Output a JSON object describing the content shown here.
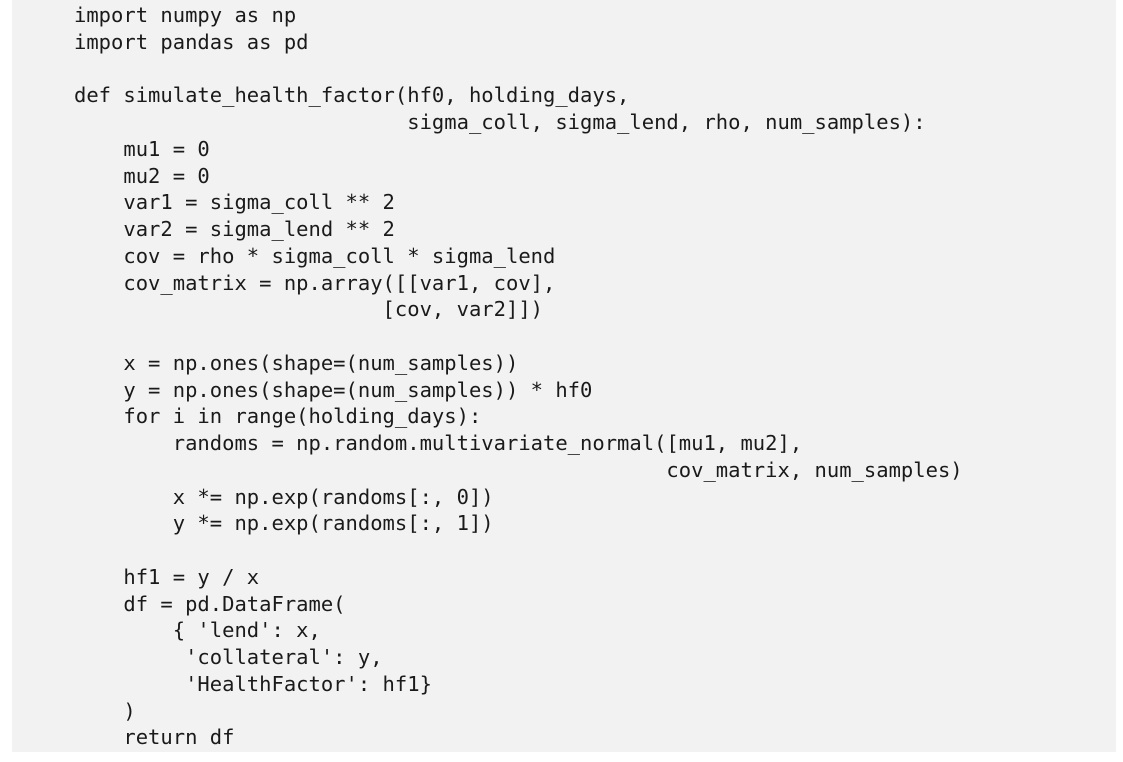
{
  "code": {
    "lines": [
      "import numpy as np",
      "import pandas as pd",
      "",
      "def simulate_health_factor(hf0, holding_days,",
      "                           sigma_coll, sigma_lend, rho, num_samples):",
      "    mu1 = 0",
      "    mu2 = 0",
      "    var1 = sigma_coll ** 2",
      "    var2 = sigma_lend ** 2",
      "    cov = rho * sigma_coll * sigma_lend",
      "    cov_matrix = np.array([[var1, cov],",
      "                         [cov, var2]])",
      "",
      "    x = np.ones(shape=(num_samples))",
      "    y = np.ones(shape=(num_samples)) * hf0",
      "    for i in range(holding_days):",
      "        randoms = np.random.multivariate_normal([mu1, mu2],",
      "                                                cov_matrix, num_samples)",
      "        x *= np.exp(randoms[:, 0])",
      "        y *= np.exp(randoms[:, 1])",
      "",
      "    hf1 = y / x",
      "    df = pd.DataFrame(",
      "        { 'lend': x,",
      "         'collateral': y,",
      "         'HealthFactor': hf1}",
      "    )",
      "    return df"
    ]
  }
}
